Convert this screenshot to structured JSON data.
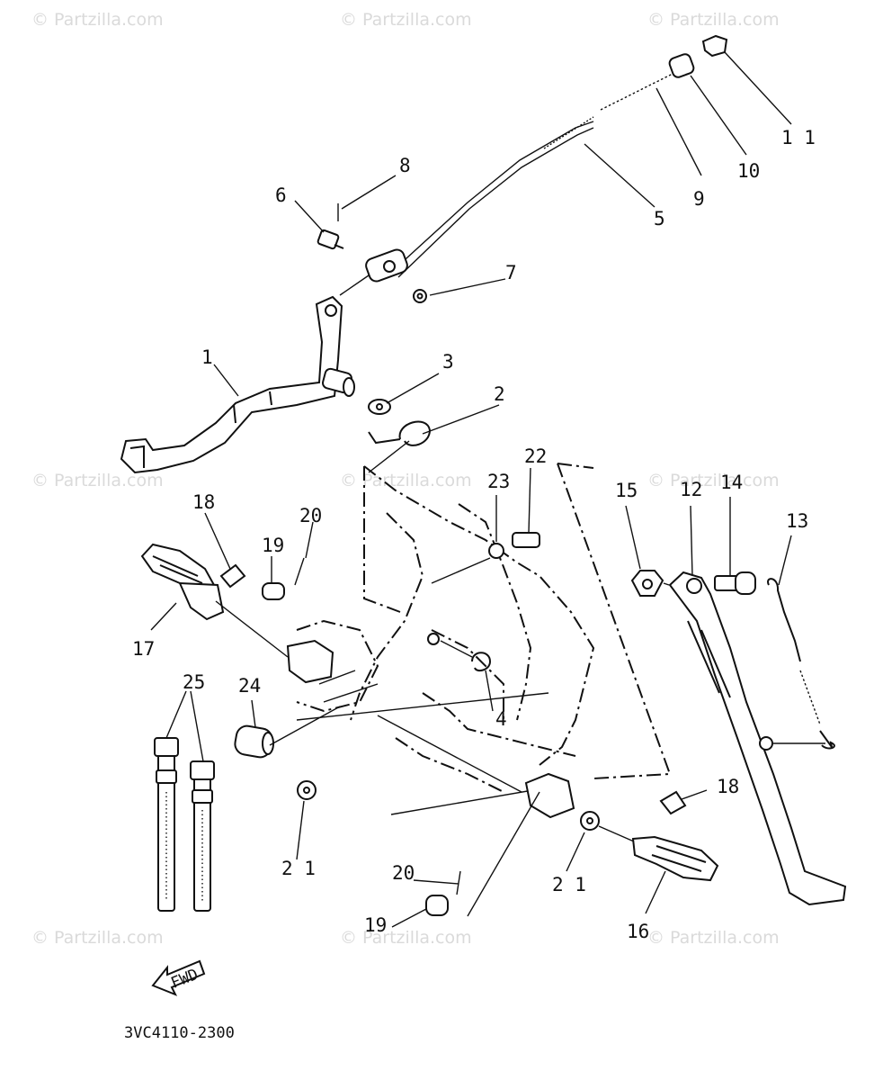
{
  "watermark": "© Partzilla.com",
  "diagram_code": "3VC4110-2300",
  "fwd_label": "FWD",
  "callouts": {
    "c1": "1",
    "c2": "2",
    "c3": "3",
    "c4": "4",
    "c5": "5",
    "c6": "6",
    "c7": "7",
    "c8": "8",
    "c9": "9",
    "c10": "10",
    "c11": "1 1",
    "c12": "12",
    "c13": "13",
    "c14": "14",
    "c15": "15",
    "c16": "16",
    "c17": "17",
    "c18a": "18",
    "c18b": "18",
    "c19a": "19",
    "c19b": "19",
    "c20a": "20",
    "c20b": "20",
    "c21a": "2 1",
    "c21b": "2 1",
    "c22": "22",
    "c23": "23",
    "c24": "24",
    "c25": "25"
  }
}
